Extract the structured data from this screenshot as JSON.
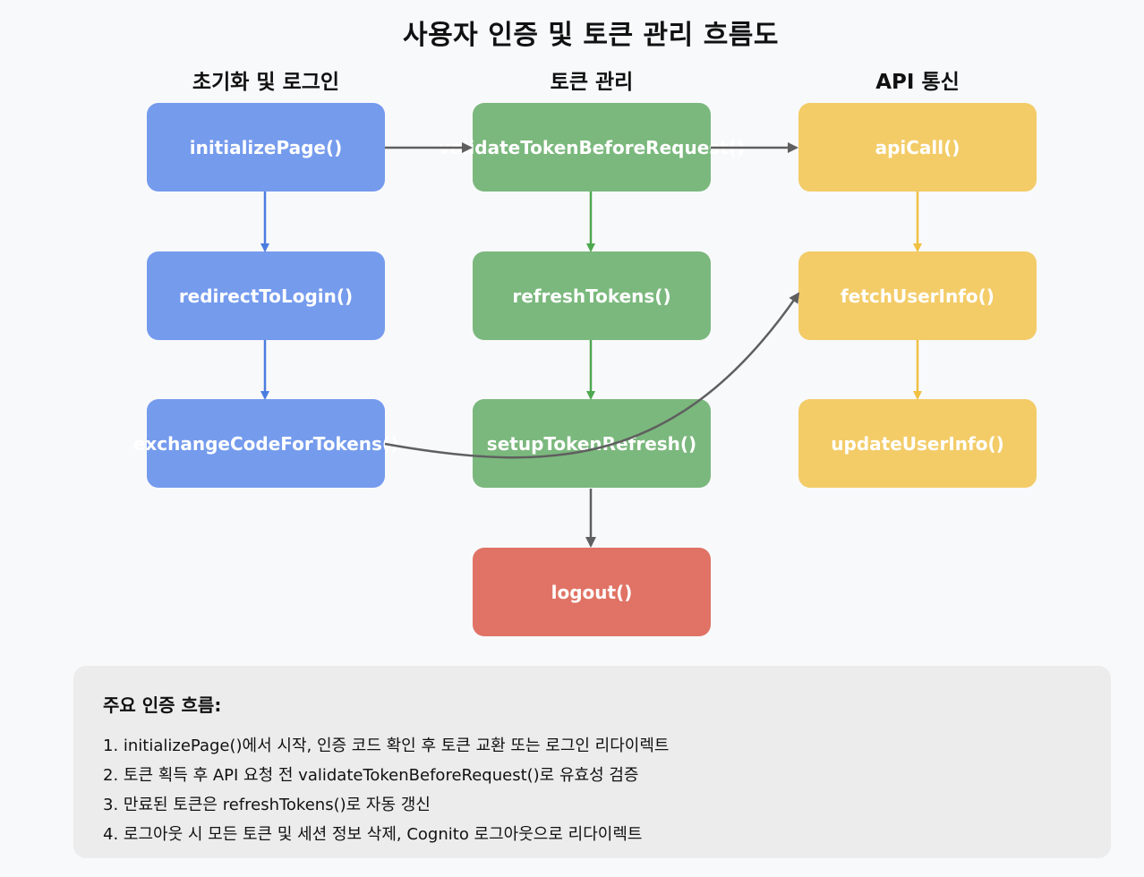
{
  "title": "사용자 인증 및 토큰 관리 흐름도",
  "columns": [
    {
      "header": "초기화 및 로그인"
    },
    {
      "header": "토큰 관리"
    },
    {
      "header": "API 통신"
    }
  ],
  "nodes": {
    "initialize_page": "initializePage()",
    "redirect_to_login": "redirectToLogin()",
    "exchange_code_for_tokens": "exchangeCodeForTokens()",
    "validate_token_before_request": "validateTokenBeforeRequest()",
    "refresh_tokens": "refreshTokens()",
    "setup_token_refresh": "setupTokenRefresh()",
    "logout": "logout()",
    "api_call": "apiCall()",
    "fetch_user_info": "fetchUserInfo()",
    "update_user_info": "updateUserInfo()"
  },
  "colors": {
    "init_login": "#759bed",
    "token_mgmt": "#7bb87d",
    "api_comm": "#f3cc68",
    "logout": "#e07365",
    "blue_arrow": "#4a7de0",
    "green_arrow": "#4ea84f",
    "yellow_arrow": "#f0c040",
    "gray_arrow": "#5f5f5f"
  },
  "notes": {
    "title": "주요 인증 흐름:",
    "items": [
      "1. initializePage()에서 시작, 인증 코드 확인 후 토큰 교환 또는 로그인 리다이렉트",
      "2. 토큰 획득 후 API 요청 전 validateTokenBeforeRequest()로 유효성 검증",
      "3. 만료된 토큰은 refreshTokens()로 자동 갱신",
      "4. 로그아웃 시 모든 토큰 및 세션 정보 삭제, Cognito 로그아웃으로 리다이렉트"
    ]
  }
}
